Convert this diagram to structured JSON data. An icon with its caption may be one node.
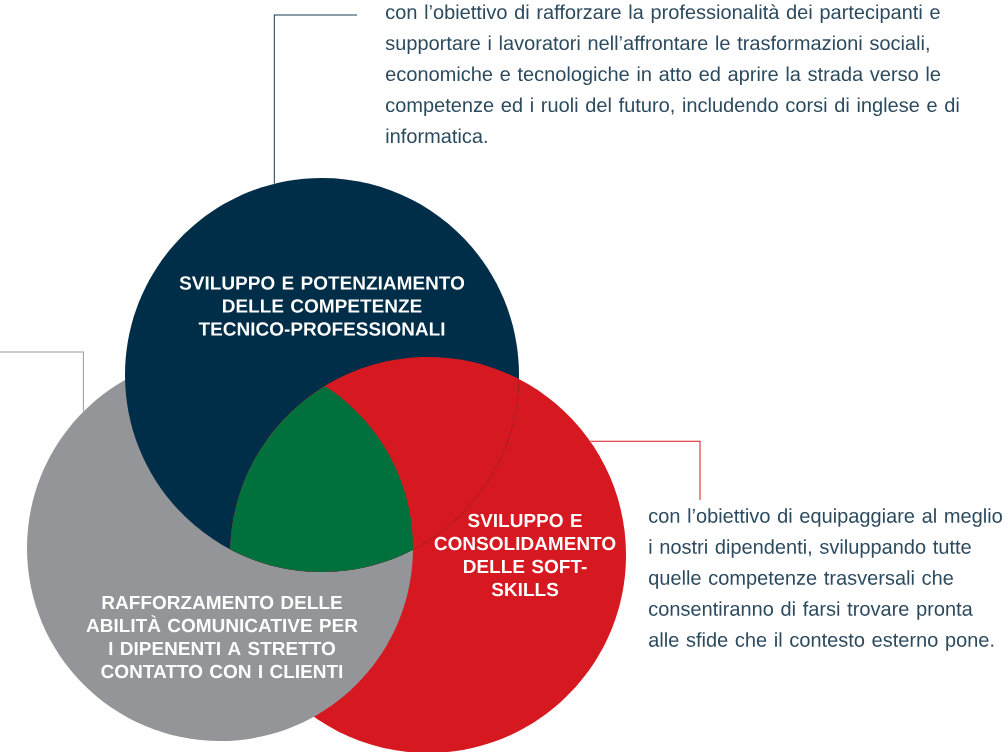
{
  "diagram": {
    "nodes": [
      {
        "text": [
          "SVILUPPO E POTENZIAMENTO DELLE COMPETENZE TECNICO-PROFESSIONALI"
        ]
      },
      {
        "text": [
          "SVILUPPO E CONSOLIDAMENTO DELLE SOFT-SKILLS"
        ]
      },
      {
        "text": [
          "RAFFORZAMENTO DELLE ABILITÀ COMUNICATIVE PER I DIPENENTI A STRETTO CONTATTO CON I CLIENTI"
        ]
      },
      {
        "text": [
          "con l’obiettivo di rafforzare la professionalità dei partecipanti e supportare i lavoratori nell’affrontare le trasformazioni sociali, economiche e tecnologiche in atto ed aprire la strada verso le competenze ed i ruoli del futuro, includendo corsi di inglese e di informatica."
        ]
      },
      {
        "text": [
          "con l’obiettivo di equipaggiare al meglio i nostri dipendenti, sviluppando tutte quelle competenze trasversali che consentiranno di farsi trovare pronta alle sfide che il contesto esterno pone."
        ]
      }
    ],
    "edges": [
      {
        "from": 3,
        "to": 0,
        "arrow": "none",
        "color": "#1c3c52"
      },
      {
        "from": null,
        "to": 2,
        "arrow": "none",
        "color": "#9a9a9c"
      },
      {
        "from": 4,
        "to": 1,
        "arrow": "none",
        "color": "#d61920"
      }
    ]
  }
}
